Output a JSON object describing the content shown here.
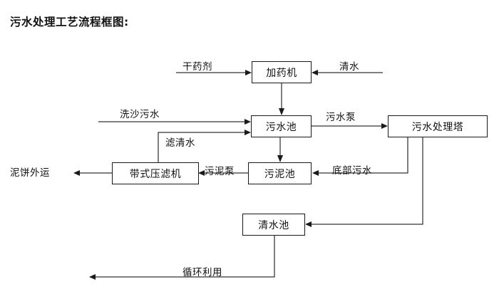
{
  "diagram": {
    "title": "污水处理工艺流程框图:",
    "nodes": [
      {
        "id": "dosing_machine",
        "label": "加药机"
      },
      {
        "id": "sewage_pool",
        "label": "污水池"
      },
      {
        "id": "treatment_tower",
        "label": "污水处理塔"
      },
      {
        "id": "belt_filter_press",
        "label": "带式压滤机"
      },
      {
        "id": "sludge_pool",
        "label": "污泥池"
      },
      {
        "id": "clear_water_pool",
        "label": "清水池"
      }
    ],
    "terminals": [
      {
        "id": "dry_agent",
        "label": "干药剂"
      },
      {
        "id": "clean_water_in",
        "label": "清水"
      },
      {
        "id": "sand_wash_sewage",
        "label": "洗沙污水"
      },
      {
        "id": "mud_cake_out",
        "label": "泥饼外运"
      }
    ],
    "edge_labels": [
      {
        "id": "filtered_clear_water",
        "label": "滤清水"
      },
      {
        "id": "sewage_pump",
        "label": "污水泵"
      },
      {
        "id": "sludge_pump",
        "label": "污泥泵"
      },
      {
        "id": "bottom_sewage",
        "label": "底部污水"
      },
      {
        "id": "recycle_reuse",
        "label": "循环利用"
      }
    ],
    "colors": {
      "background": "#ffffff",
      "box_border": "#1a1a1a",
      "line": "#333333",
      "text": "#111111"
    }
  }
}
